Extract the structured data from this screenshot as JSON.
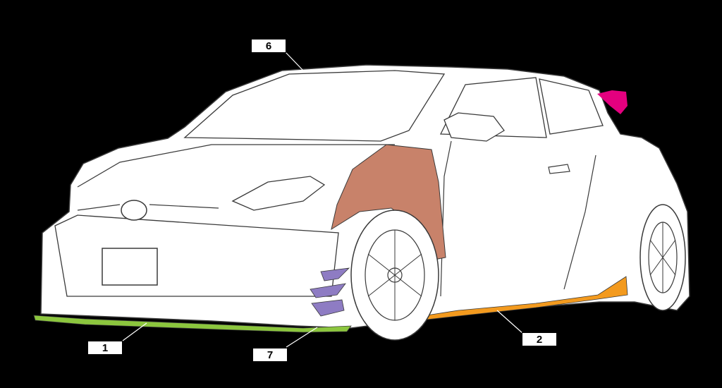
{
  "colors": {
    "background": "#000000",
    "body": "#ffffff",
    "outline": "#3a3a3a",
    "front_lip": "#8cc63e",
    "side_skirt": "#f39a1e",
    "roof_spoiler": "#e4007f",
    "front_fender": "#c8826a",
    "canards": "#8e7cc3"
  },
  "callouts": [
    {
      "id": "front_lip",
      "label": "1"
    },
    {
      "id": "side_skirt",
      "label": "2"
    },
    {
      "id": "roof",
      "label": "6"
    },
    {
      "id": "canards",
      "label": "7"
    }
  ]
}
